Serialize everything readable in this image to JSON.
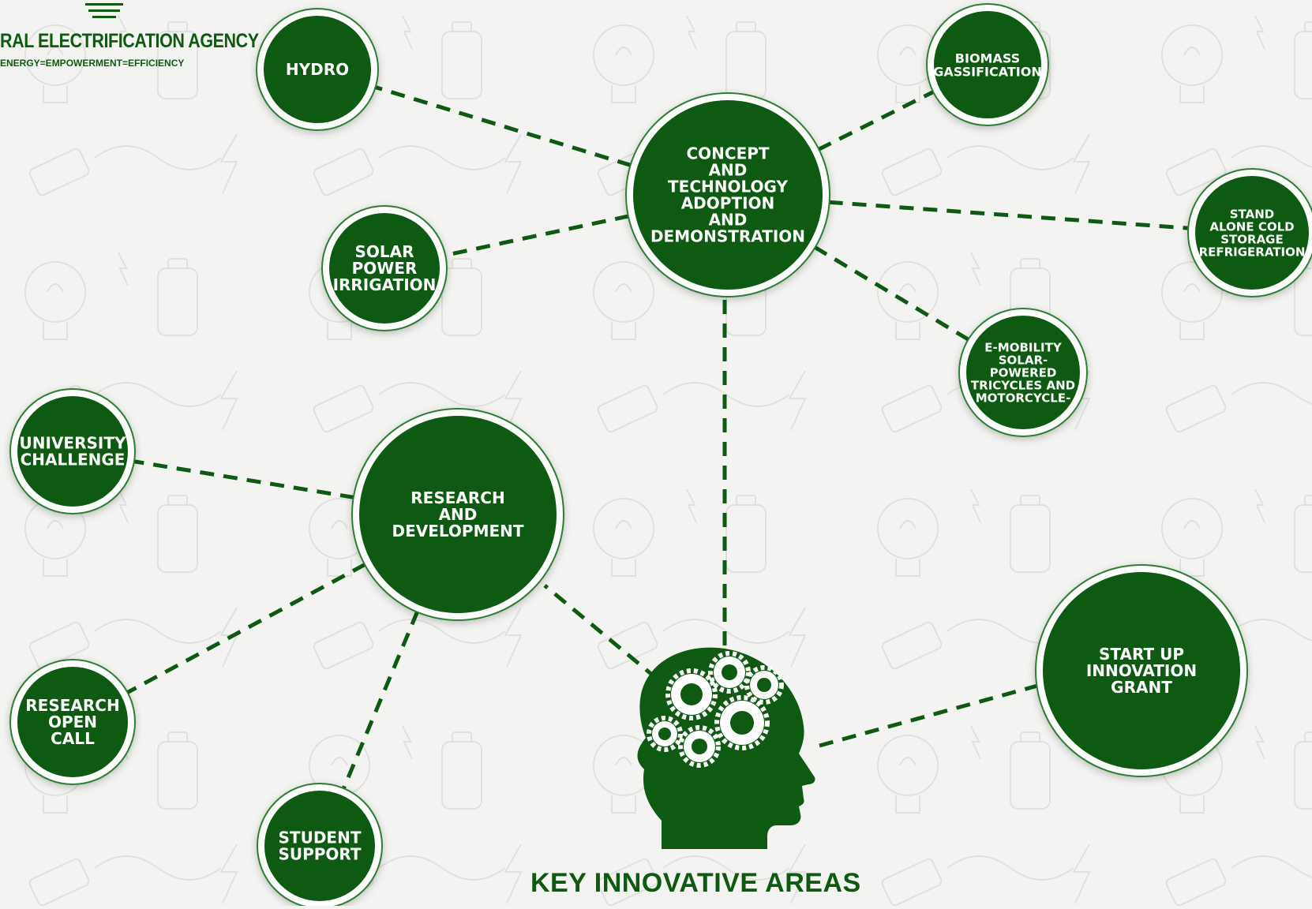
{
  "brand": {
    "name": "RAL ELECTRIFICATION AGENCY",
    "tagline": "ENERGY=EMPOWERMENT=EFFICIENCY"
  },
  "colors": {
    "node_green": "#0e5a13",
    "ring_green": "#2f7d34",
    "text_white": "#ffffff",
    "background": "#f3f4f2"
  },
  "diagram": {
    "title": "KEY INNOVATIVE AREAS",
    "center_icon": "head-gears-icon",
    "nodes": [
      {
        "id": "concept-technology",
        "lines": [
          "CONCEPT",
          "AND",
          "TECHNOLOGY",
          "ADOPTION",
          "AND",
          "DEMONSTRATION"
        ]
      },
      {
        "id": "research-development",
        "lines": [
          "RESEARCH",
          "AND",
          "DEVELOPMENT"
        ]
      },
      {
        "id": "start-up-grant",
        "lines": [
          "START UP",
          "INNOVATION",
          "GRANT"
        ]
      },
      {
        "id": "hydro",
        "lines": [
          "HYDRO"
        ]
      },
      {
        "id": "solar-irrigation",
        "lines": [
          "SOLAR",
          "POWER",
          "IRRIGATION"
        ]
      },
      {
        "id": "biomass",
        "lines": [
          "BIOMASS",
          "GASSIFICATION"
        ]
      },
      {
        "id": "cold-storage",
        "lines": [
          "STAND",
          "ALONE COLD",
          "STORAGE",
          "REFRIGERATION"
        ]
      },
      {
        "id": "e-mobility",
        "lines": [
          "E-MOBILITY",
          "SOLAR-",
          "POWERED",
          "TRICYCLES AND",
          "MOTORCYCLE-"
        ]
      },
      {
        "id": "university-challenge",
        "lines": [
          "UNIVERSITY",
          "CHALLENGE"
        ]
      },
      {
        "id": "research-open-call",
        "lines": [
          "RESEARCH",
          "OPEN",
          "CALL"
        ]
      },
      {
        "id": "student-support",
        "lines": [
          "STUDENT",
          "SUPPORT"
        ]
      }
    ],
    "edges": [
      [
        "head",
        "concept-technology"
      ],
      [
        "head",
        "research-development"
      ],
      [
        "head",
        "start-up-grant"
      ],
      [
        "concept-technology",
        "hydro"
      ],
      [
        "concept-technology",
        "solar-irrigation"
      ],
      [
        "concept-technology",
        "biomass"
      ],
      [
        "concept-technology",
        "cold-storage"
      ],
      [
        "concept-technology",
        "e-mobility"
      ],
      [
        "research-development",
        "university-challenge"
      ],
      [
        "research-development",
        "research-open-call"
      ],
      [
        "research-development",
        "student-support"
      ]
    ]
  }
}
